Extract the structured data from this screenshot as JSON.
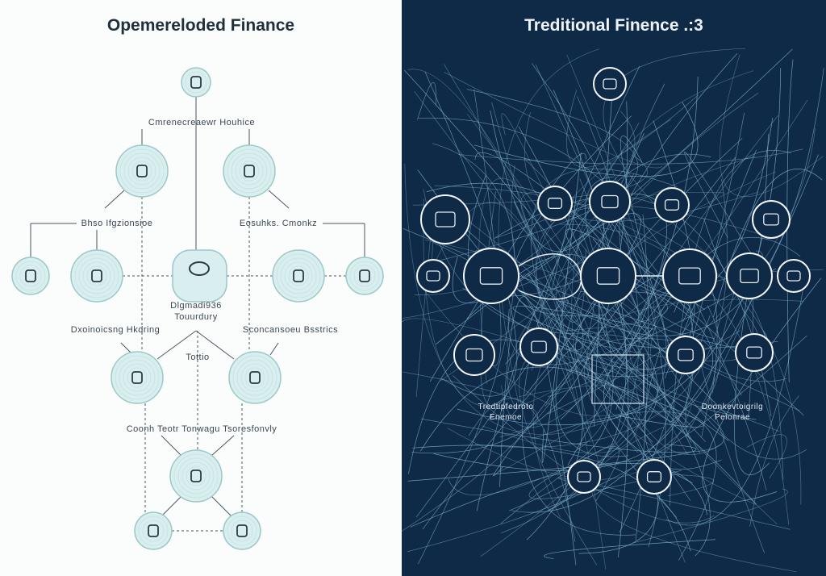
{
  "colors": {
    "left_bg": "#fbfdfd",
    "node_fill": "#d9eeee",
    "node_stroke": "#9cc8c8",
    "right_bg": "#0f2a47",
    "web_line": "#7fb0cc"
  },
  "left": {
    "title": "Opemereloded Finance",
    "labels": {
      "top": "Cmrenecreaewr Houhice",
      "mid_left": "Bhso Ifgzionsioe",
      "mid_right": "Eosuhks. Cmonkz",
      "center_1": "Dlgmadi936",
      "center_2": "Touurdury",
      "lower_left": "Dxoinoicsng Hkdring",
      "lower_right": "Sconcansoeu Bsstrics",
      "tottio": "Tottio",
      "bottom": "Coonh Teotr Tonwagu Tsoresfonvly"
    }
  },
  "right": {
    "title": "Treditional Finence .:3",
    "labels": {
      "left_group_1": "Tredtipfedroto",
      "left_group_2": "Enemoe",
      "right_group_1": "Doonkevtoigrilg",
      "right_group_2": "Peionrae"
    }
  }
}
